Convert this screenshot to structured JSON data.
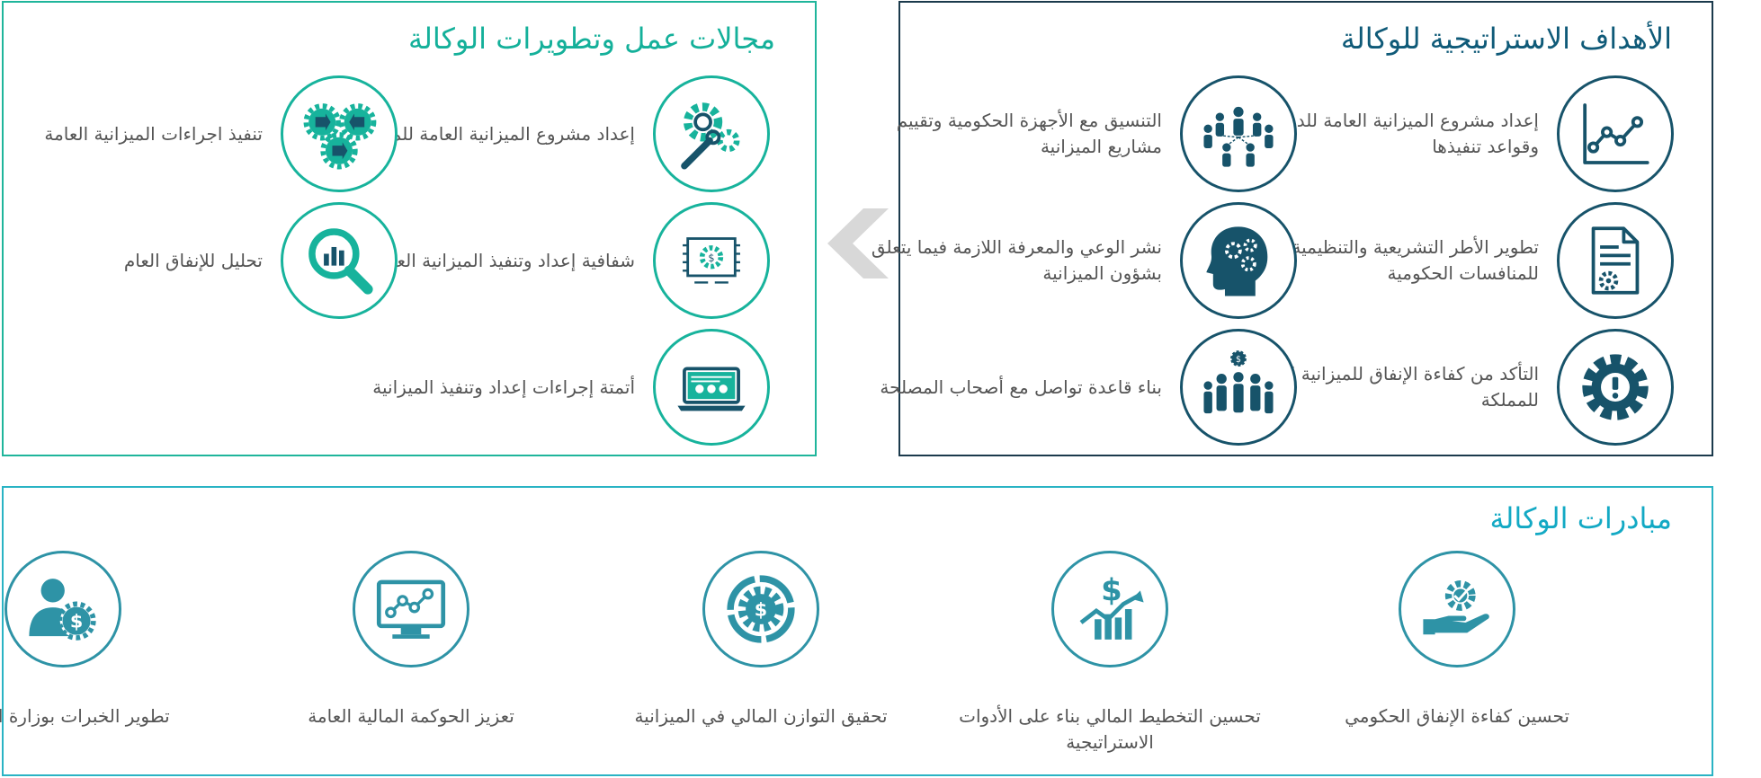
{
  "goals": {
    "title": "الأهداف الاستراتيجية للوكالة",
    "items": [
      {
        "label": "إعداد مشروع الميزانية العامة للدولة وقواعد تنفيذها",
        "icon": "chart-line-icon"
      },
      {
        "label": "التنسيق مع الأجهزة الحكومية وتقييم مشاريع الميزانية",
        "icon": "people-network-icon"
      },
      {
        "label": "تطوير الأطر التشريعية والتنظيمية للمنافسات الحكومية",
        "icon": "document-gear-icon"
      },
      {
        "label": "نشر الوعي والمعرفة اللازمة فيما يتعلق بشؤون الميزانية",
        "icon": "head-gears-icon"
      },
      {
        "label": "التأكد من كفاءة الإنفاق للميزانية العامة للمملكة",
        "icon": "gear-exclamation-icon"
      },
      {
        "label": "بناء قاعدة تواصل مع أصحاب المصلحة",
        "icon": "stakeholders-icon"
      }
    ]
  },
  "areas": {
    "title": "مجالات عمل وتطويرات الوكالة",
    "items": [
      {
        "label": "إعداد مشروع الميزانية العامة للمملكة",
        "icon": "gear-wrench-icon"
      },
      {
        "label": "تنفيذ اجراءات الميزانية العامة",
        "icon": "gears-arrows-icon"
      },
      {
        "label": "شفافية إعداد وتنفيذ الميزانية العامة",
        "icon": "chip-gear-icon"
      },
      {
        "label": "تحليل للإنفاق العام",
        "icon": "magnifier-chart-icon"
      },
      {
        "label": "أتمتة إجراءات إعداد وتنفيذ الميزانية",
        "icon": "laptop-icon"
      }
    ]
  },
  "initiatives": {
    "title": "مبادرات الوكالة",
    "items": [
      {
        "label": "تحسين كفاءة الإنفاق الحكومي",
        "icon": "hand-gear-icon"
      },
      {
        "label": "تحسين التخطيط المالي بناء على الأدوات الاستراتيجية",
        "icon": "dollar-growth-icon"
      },
      {
        "label": "تحقيق التوازن المالي في الميزانية",
        "icon": "dollar-cycle-icon"
      },
      {
        "label": "تعزيز الحوكمة المالية العامة",
        "icon": "monitor-graph-icon"
      },
      {
        "label": "تطوير الخبرات بوزارة المالية",
        "icon": "person-dollar-icon"
      }
    ]
  },
  "colors": {
    "goals_border": "#1b3a4c",
    "goals_title": "#0f5a78",
    "areas_border": "#1fb59b",
    "areas_title": "#14b09a",
    "init_border": "#29b3c4",
    "init_title": "#13a9c4",
    "chevron": "#d8d8d8"
  }
}
